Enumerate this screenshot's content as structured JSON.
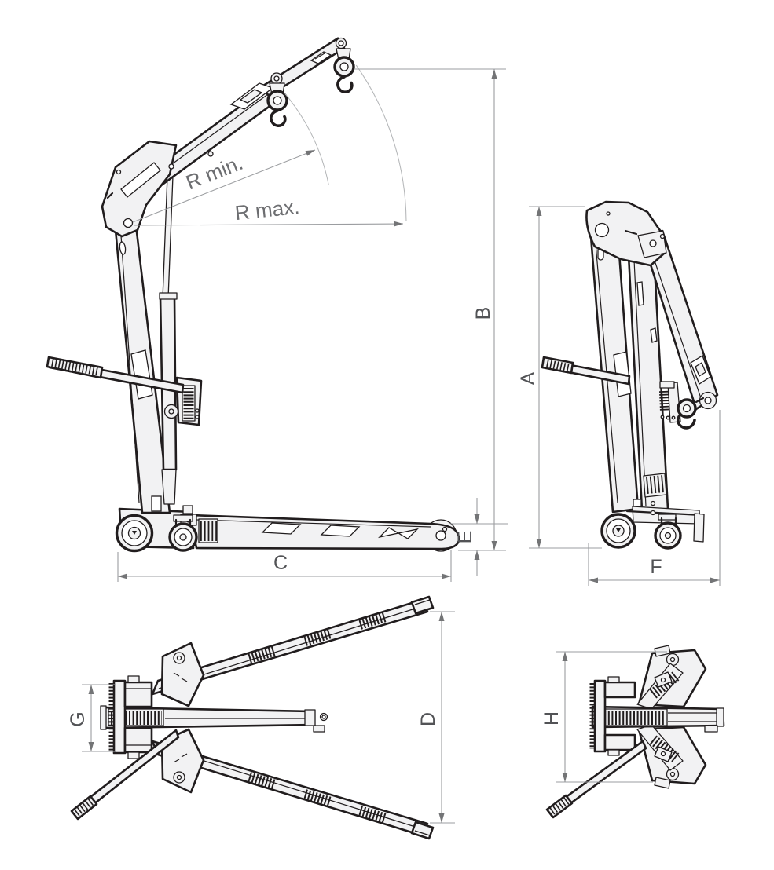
{
  "diagram": {
    "type": "technical-drawing",
    "subject": "foldable workshop crane, four-view dimensional drawing",
    "colors": {
      "background": "#ffffff",
      "part_outline": "#211d1e",
      "part_fill": "#f2f2f3",
      "dimension_line": "#9b9da0",
      "dimension_arrow": "#737476",
      "dimension_text": "#525356",
      "radius_text": "#6d6e71",
      "sweep_arc": "#b4b6b8"
    },
    "views": {
      "side_extended": {
        "dims": [
          "R min.",
          "R max.",
          "B",
          "E",
          "C"
        ]
      },
      "side_folded": {
        "dims": [
          "A",
          "F"
        ]
      },
      "plan_extended": {
        "dims": [
          "G",
          "D"
        ]
      },
      "plan_folded": {
        "dims": [
          "H"
        ]
      }
    },
    "labels": {
      "r_min": "R min.",
      "r_max": "R max.",
      "a": "A",
      "b": "B",
      "c": "C",
      "d": "D",
      "e": "E",
      "f": "F",
      "g": "G",
      "h": "H"
    }
  }
}
